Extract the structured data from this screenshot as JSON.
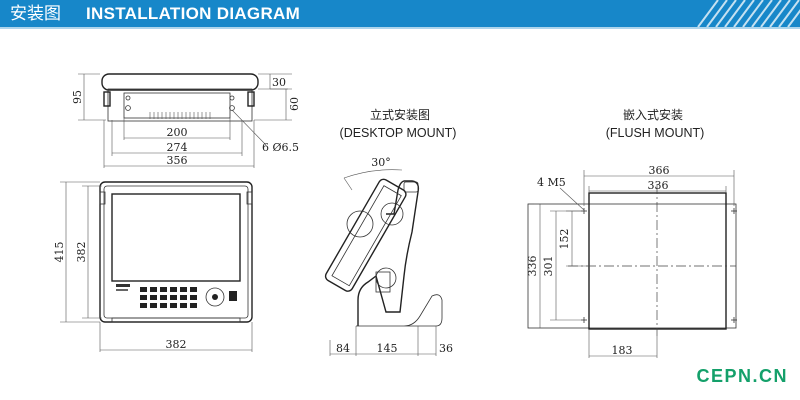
{
  "header": {
    "title_cn": "安装图",
    "title_en": "INSTALLATION DIAGRAM",
    "bar_color": "#1787c9"
  },
  "top_view": {
    "dims": {
      "height_95": "95",
      "depth_30": "30",
      "depth_60": "60",
      "width_200": "200",
      "width_274": "274",
      "width_356": "356",
      "hole": "6 Ø6.5"
    }
  },
  "front_view": {
    "dims": {
      "height_415": "415",
      "height_382": "382",
      "width_382": "382"
    }
  },
  "desktop_mount": {
    "caption_cn": "立式安装图",
    "caption_en": "(DESKTOP MOUNT)",
    "dims": {
      "angle": "30°",
      "d84": "84",
      "d145": "145",
      "d36": "36"
    }
  },
  "flush_mount": {
    "caption_cn": "嵌入式安装",
    "caption_en": "(FLUSH MOUNT)",
    "dims": {
      "screw": "4 M5",
      "w366": "366",
      "w336": "336",
      "h152": "152",
      "h301": "301",
      "h336": "336",
      "w183": "183"
    }
  },
  "watermark": "CEPN.CN"
}
